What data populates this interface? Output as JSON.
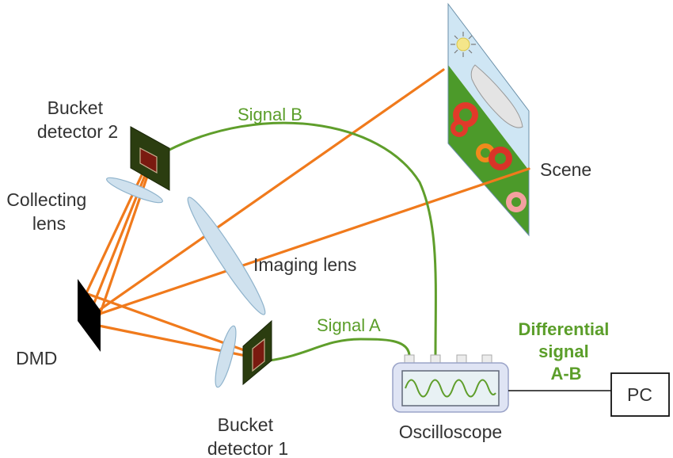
{
  "labels": {
    "bucket_detector_2": [
      "Bucket",
      "detector 2"
    ],
    "collecting_lens": [
      "Collecting",
      "lens"
    ],
    "dmd": "DMD",
    "imaging_lens": "Imaging lens",
    "signal_b": "Signal B",
    "signal_a": "Signal A",
    "scene": "Scene",
    "differential_signal": [
      "Differential",
      "signal",
      "A-B"
    ],
    "pc": "PC",
    "oscilloscope": "Oscilloscope",
    "bucket_detector_1": [
      "Bucket",
      "detector 1"
    ]
  },
  "colors": {
    "beam": "#f07a1c",
    "signal_cable": "#5f9e2b",
    "signal_text": "#5b9e2a",
    "label_text": "#333333",
    "lens_fill": "#cfe1ee",
    "detector_body": "#2b3d10",
    "detector_sensor": "#7a1a10",
    "scene_sky": "#cfe6f4",
    "scene_grass": "#4c9a2a"
  }
}
